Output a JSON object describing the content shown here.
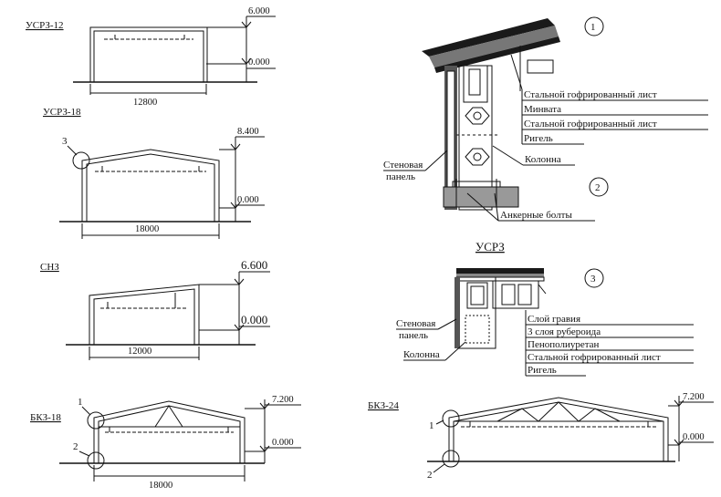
{
  "frames": {
    "usrz12": {
      "title": "УСРЗ-12",
      "span": "12800",
      "level_top": "6.000",
      "level_ground": "0.000"
    },
    "usrz18": {
      "title": "УСРЗ-18",
      "span": "18000",
      "level_top": "8.400",
      "level_ground": "0.000",
      "callout": "3"
    },
    "snz": {
      "title": "СНЗ",
      "span": "12000",
      "level_top": "6.600",
      "level_ground": "0.000"
    },
    "bkz18": {
      "title": "БКЗ-18",
      "span": "18000",
      "level_top": "7.200",
      "level_ground": "0.000",
      "callout_1": "1",
      "callout_2": "2"
    },
    "bkz24": {
      "title": "БКЗ-24",
      "level_top": "7.200",
      "level_ground": "0.000",
      "callout_1": "1",
      "callout_2": "2"
    }
  },
  "detail_1": {
    "number": "1",
    "layers": [
      "Стальной гофрированный лист",
      "Минвата",
      "Стальной гофрированный лист",
      "Ригель"
    ],
    "wall_panel_line1": "Стеновая",
    "wall_panel_line2": "панель",
    "column": "Колонна",
    "anchor_bolts": "Анкерные болты"
  },
  "detail_2": {
    "number": "2"
  },
  "detail_3": {
    "heading": "УСРЗ",
    "number": "3",
    "layers": [
      "Слой гравия",
      "3 слоя рубероида",
      "Пенополиуретан",
      "Стальной гофрированный лист",
      "Ригель"
    ],
    "wall_panel_line1": "Стеновая",
    "wall_panel_line2": "панель",
    "column": "Колонна"
  }
}
